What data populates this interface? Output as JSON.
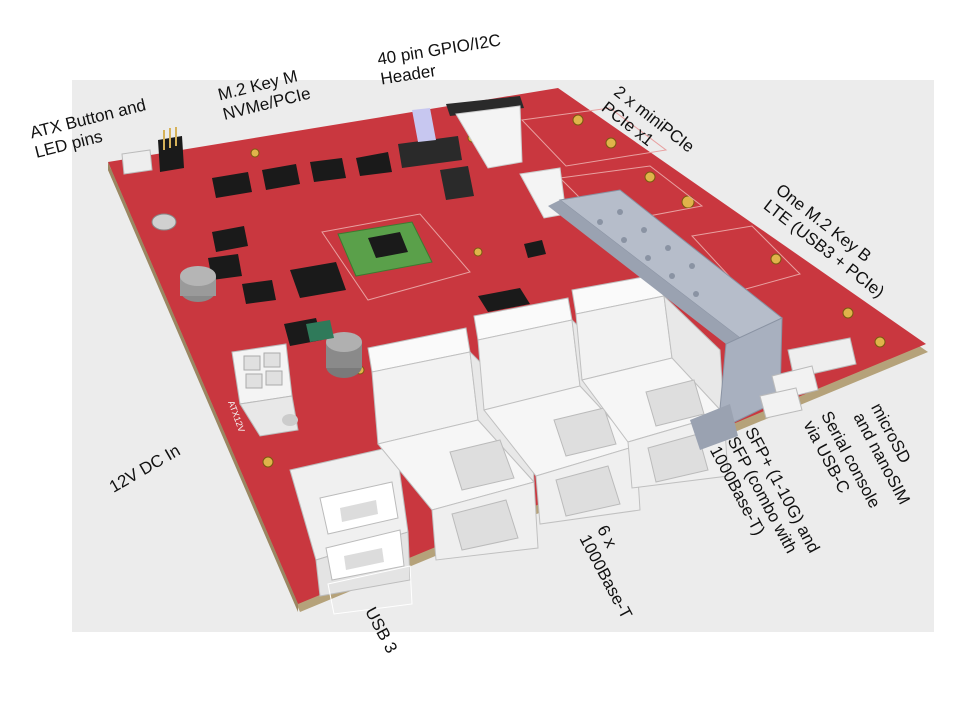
{
  "labels": {
    "atx": "ATX Button and\nLED pins",
    "m2_nvme": "M.2 Key M\nNVMe/PCIe",
    "gpio": "40 pin GPIO/I2C\nHeader",
    "minipcie": "2 x miniPCIe\nPCIe x1",
    "m2_lte": "One M.2 Key B\nLTE (USB3 + PCIe)",
    "dc_in": "12V DC In",
    "usb3": "USB 3",
    "ethernet": "6 x\n1000Base-T",
    "sfp": "SFP+ (1-10G) and\nSFP (combo with\n1000Base-T)",
    "serial": "Serial console\nvia USB-C",
    "sim": "microSD\nand nanoSIM"
  },
  "pcb_labels": {
    "atx12v": "ATX12V"
  },
  "colors": {
    "pcb": "#c9373f",
    "pcb_edge": "#b5a27a",
    "background_panel": "#ececec",
    "connector_white": "#f2f2f2",
    "sfp_cage": "#a8b0bf",
    "chip": "#1a1a1a",
    "soc": "#5aa04a"
  }
}
